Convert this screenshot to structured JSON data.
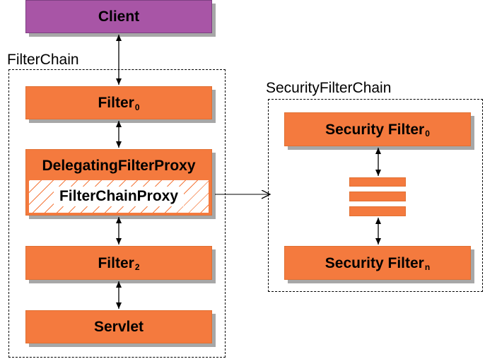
{
  "groups": {
    "filter_chain": "FilterChain",
    "security_filter_chain": "SecurityFilterChain"
  },
  "boxes": {
    "client": "Client",
    "filter0": {
      "name": "Filter",
      "sub": "0"
    },
    "delegating_filter_proxy": "DelegatingFilterProxy",
    "filter_chain_proxy": "FilterChainProxy",
    "filter2": {
      "name": "Filter",
      "sub": "2"
    },
    "servlet": "Servlet",
    "security_filter0": {
      "name": "Security Filter",
      "sub": "0"
    },
    "security_filtern": {
      "name": "Security Filter",
      "sub": "n"
    }
  },
  "colors": {
    "client_fill": "#a855a6",
    "box_fill": "#f47a3e",
    "shadow": "#a7a7a7",
    "line": "#000000"
  }
}
